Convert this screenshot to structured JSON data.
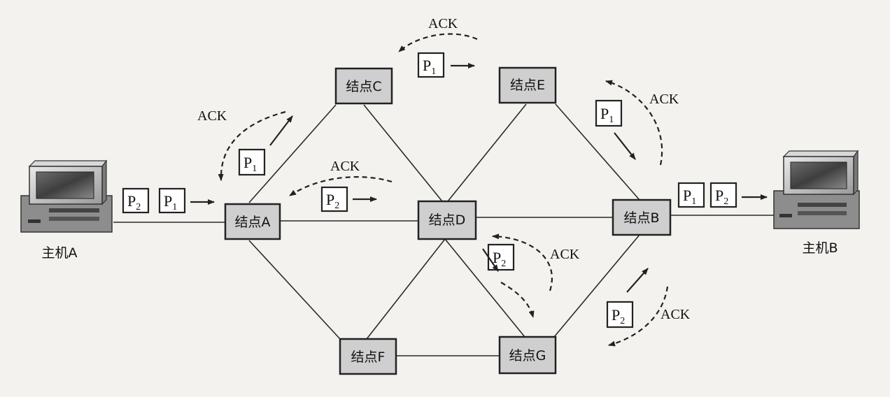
{
  "nodes": {
    "a": "结点A",
    "b": "结点B",
    "c": "结点C",
    "d": "结点D",
    "e": "结点E",
    "f": "结点F",
    "g": "结点G"
  },
  "hosts": {
    "a": "主机A",
    "b": "主机B"
  },
  "ack": "ACK",
  "packets": {
    "p1": {
      "letter": "P",
      "sub": "1"
    },
    "p2": {
      "letter": "P",
      "sub": "2"
    }
  }
}
